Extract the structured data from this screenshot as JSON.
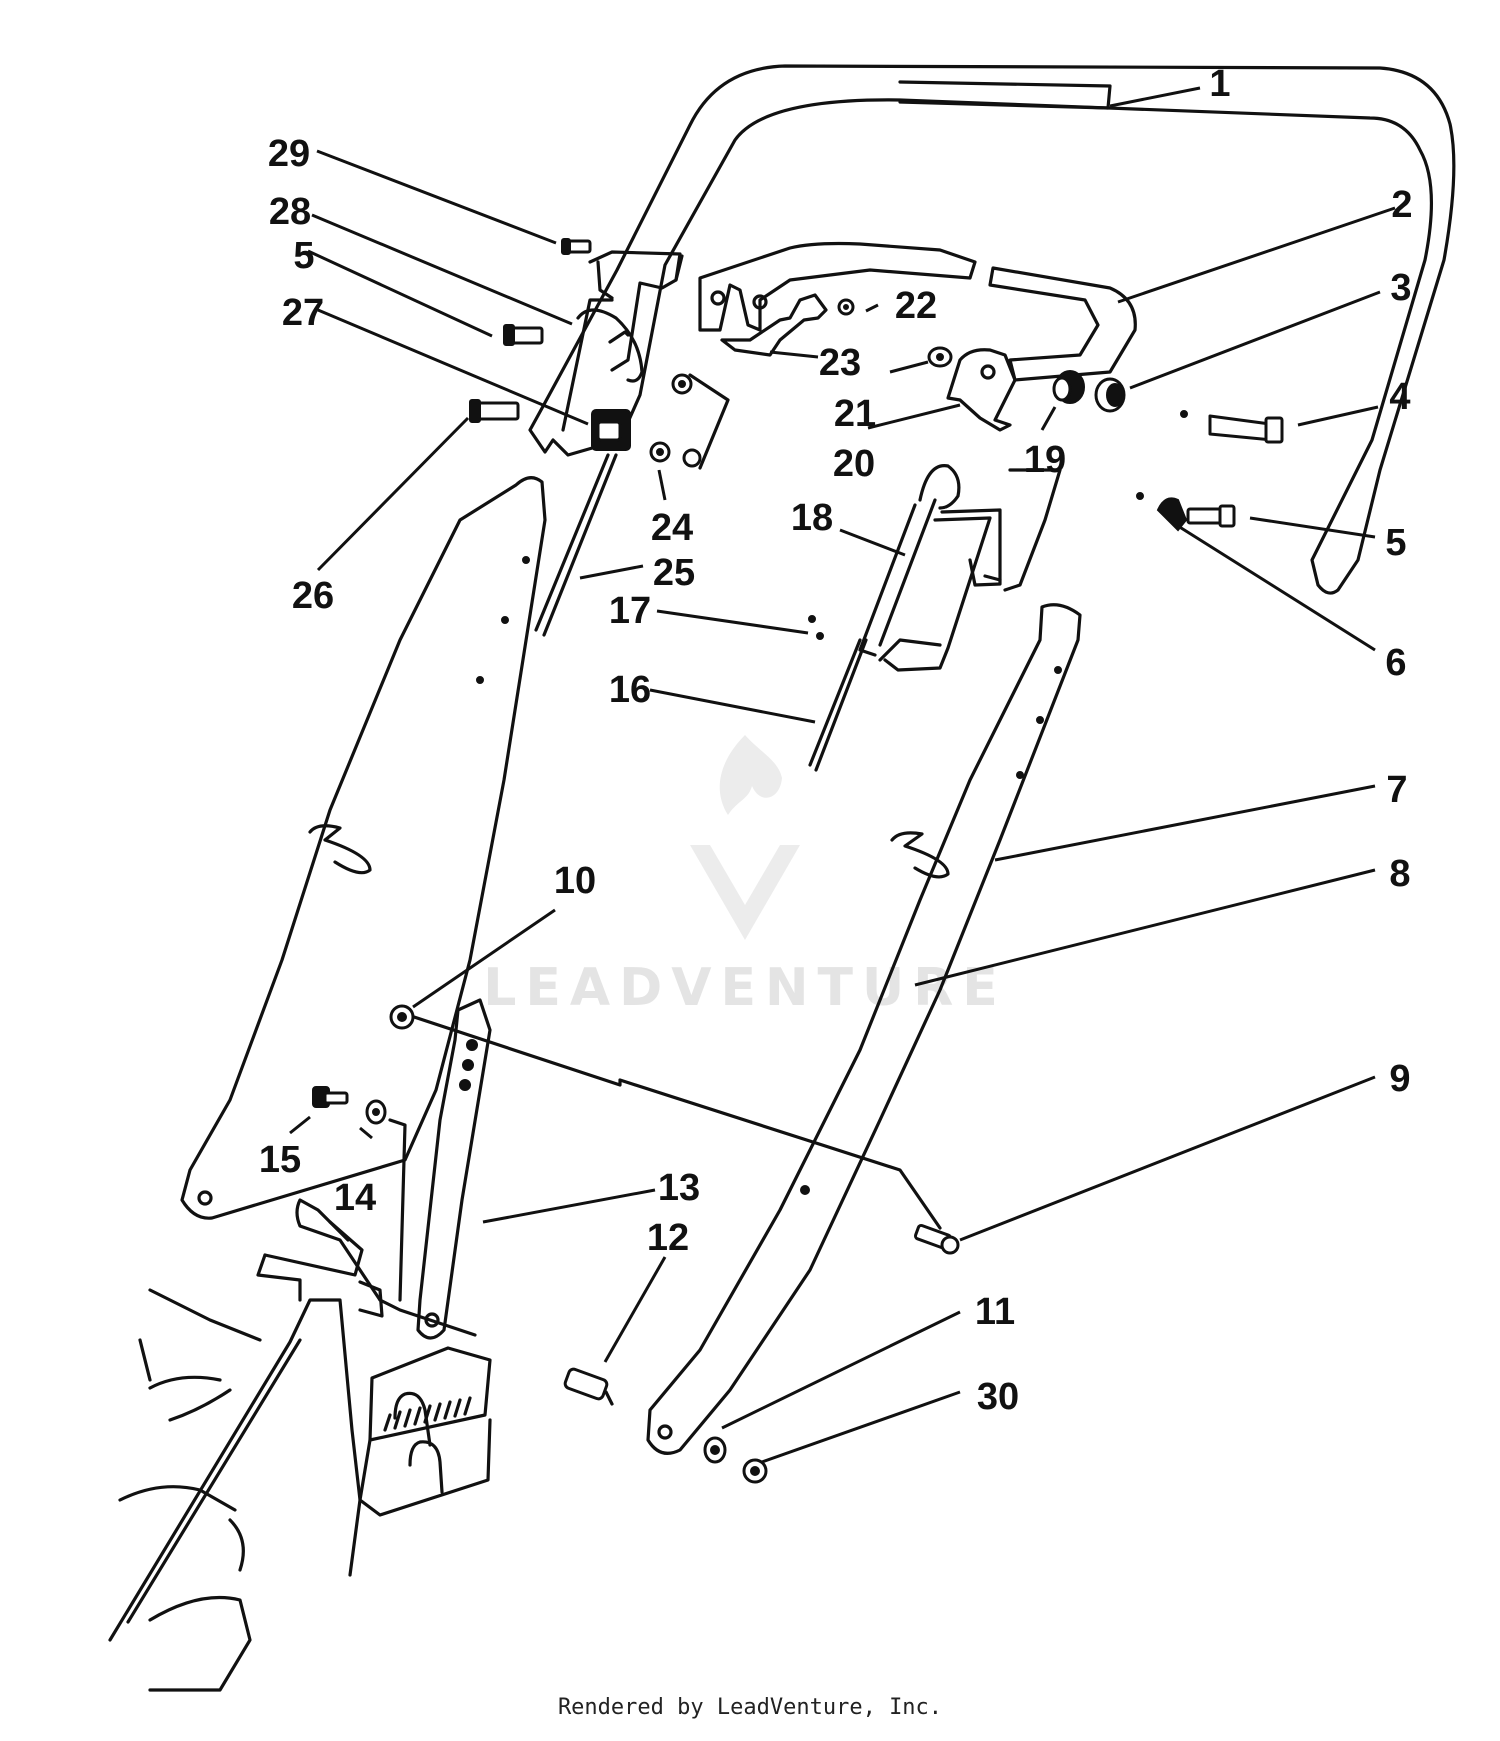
{
  "diagram": {
    "callouts": [
      {
        "id": "c1",
        "label": "1"
      },
      {
        "id": "c2",
        "label": "2"
      },
      {
        "id": "c3",
        "label": "3"
      },
      {
        "id": "c4",
        "label": "4"
      },
      {
        "id": "c5a",
        "label": "5"
      },
      {
        "id": "c5b",
        "label": "5"
      },
      {
        "id": "c6",
        "label": "6"
      },
      {
        "id": "c7",
        "label": "7"
      },
      {
        "id": "c8",
        "label": "8"
      },
      {
        "id": "c9",
        "label": "9"
      },
      {
        "id": "c10",
        "label": "10"
      },
      {
        "id": "c11",
        "label": "11"
      },
      {
        "id": "c12",
        "label": "12"
      },
      {
        "id": "c13",
        "label": "13"
      },
      {
        "id": "c14",
        "label": "14"
      },
      {
        "id": "c15",
        "label": "15"
      },
      {
        "id": "c16",
        "label": "16"
      },
      {
        "id": "c17",
        "label": "17"
      },
      {
        "id": "c18",
        "label": "18"
      },
      {
        "id": "c19",
        "label": "19"
      },
      {
        "id": "c20",
        "label": "20"
      },
      {
        "id": "c21",
        "label": "21"
      },
      {
        "id": "c22",
        "label": "22"
      },
      {
        "id": "c23",
        "label": "23"
      },
      {
        "id": "c24",
        "label": "24"
      },
      {
        "id": "c25",
        "label": "25"
      },
      {
        "id": "c26",
        "label": "26"
      },
      {
        "id": "c27",
        "label": "27"
      },
      {
        "id": "c28",
        "label": "28"
      },
      {
        "id": "c29",
        "label": "29"
      },
      {
        "id": "c30",
        "label": "30"
      }
    ],
    "watermark": "LEADVENTURE",
    "credit": "Rendered by LeadVenture, Inc.",
    "colors": {
      "line": "#111111",
      "background": "#ffffff",
      "watermark": "#e4e4e4"
    }
  }
}
